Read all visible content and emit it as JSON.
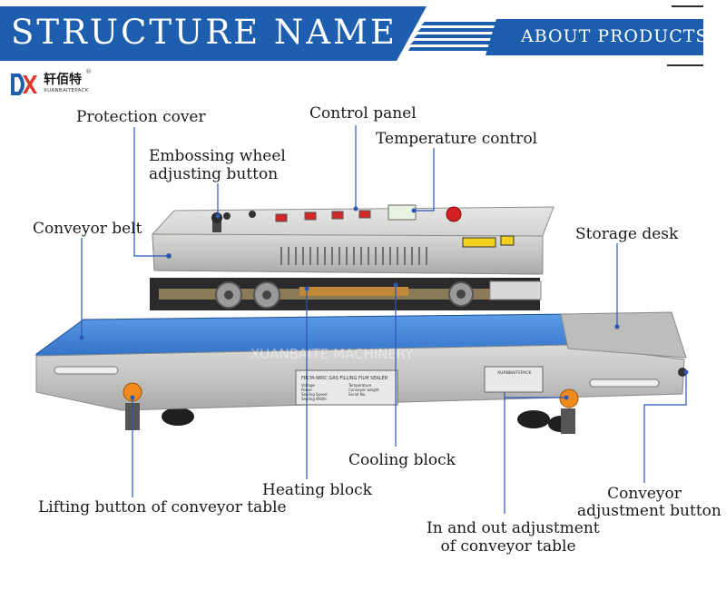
{
  "header": {
    "title": "STRUCTURE NAME",
    "about": "ABOUT PRODUCTS",
    "accent_color": "#1d5fae"
  },
  "logo": {
    "cn": "轩佰特",
    "en": "XUANBAITEPACK",
    "reg": "®"
  },
  "plate": {
    "model": "FRCM-980C GAS FILLING FILM SEALER",
    "rows": [
      "Voltage",
      "Power",
      "Sealing Speed",
      "Sealing Width",
      "Temperature",
      "Conveyor weight",
      "Serial No."
    ],
    "right_plate": "XUANBAITEPACK"
  },
  "watermark": "XUANBAITE MACHINERY",
  "labels": {
    "protection_cover": "Protection cover",
    "control_panel": "Control panel",
    "temperature_control": "Temperature control",
    "embossing_l1": "Embossing wheel",
    "embossing_l2": "adjusting button",
    "conveyor_belt": "Conveyor belt",
    "storage_desk": "Storage desk",
    "cooling_block": "Cooling block",
    "heating_block": "Heating block",
    "lifting_button": "Lifting button of conveyor table",
    "inout_l1": "In and out adjustment",
    "inout_l2": "of conveyor table",
    "conveyor_adj_l1": "Conveyor",
    "conveyor_adj_l2": "adjustment button"
  },
  "colors": {
    "belt": "#3d7fd4",
    "steel": "#c9c9c7",
    "knob": "#f08a1c",
    "leader": "#2a56b8"
  }
}
